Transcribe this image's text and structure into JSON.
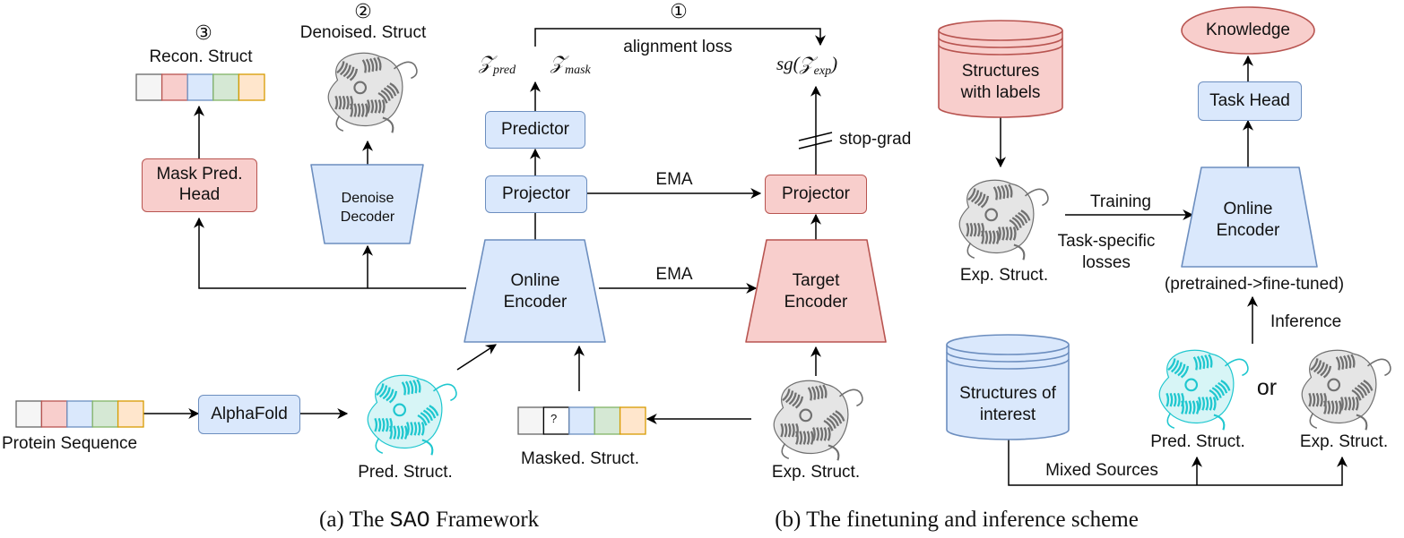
{
  "panel_a": {
    "steps": {
      "one": "①",
      "two": "②",
      "three": "③"
    },
    "recon_struct": "Recon. Struct",
    "denoised_struct": "Denoised. Struct",
    "mask_pred_head": [
      "Mask Pred.",
      "Head"
    ],
    "denoise_decoder": [
      "Denoise",
      "Decoder"
    ],
    "predictor": "Predictor",
    "projector_online": "Projector",
    "projector_target": "Projector",
    "online_encoder": [
      "Online",
      "Encoder"
    ],
    "target_encoder": [
      "Target",
      "Encoder"
    ],
    "ema_projector": "EMA",
    "ema_encoder": "EMA",
    "z_pred": "𝒵",
    "z_pred_sub": "pred",
    "z_mask": "𝒵",
    "z_mask_sub": "mask",
    "alignment_loss": "alignment loss",
    "sg_prefix": "sg(",
    "sg_z": "𝒵",
    "sg_sub": "exp",
    "sg_suffix": ")",
    "stop_grad": "stop-grad",
    "alphafold": "AlphaFold",
    "protein_sequence": "Protein Sequence",
    "pred_struct": "Pred. Struct.",
    "masked_struct": "Masked. Struct.",
    "mask_token": "?",
    "exp_struct": "Exp. Struct.",
    "caption_prefix": "(a)  The ",
    "caption_code": "SAO",
    "caption_suffix": " Framework"
  },
  "panel_b": {
    "structures_with_labels": [
      "Structures",
      "with labels"
    ],
    "knowledge": "Knowledge",
    "task_head": "Task Head",
    "online_encoder": [
      "Online",
      "Encoder"
    ],
    "training": "Training",
    "task_specific_losses": [
      "Task-specific",
      "losses"
    ],
    "exp_struct_top": "Exp. Struct.",
    "pretrained_finetuned": "(pretrained->fine-tuned)",
    "inference": "Inference",
    "structures_of_interest": [
      "Structures of",
      "interest"
    ],
    "or": "or",
    "pred_struct": "Pred. Struct.",
    "exp_struct": "Exp. Struct.",
    "mixed_sources": "Mixed Sources",
    "caption": "(b)  The finetuning and inference scheme"
  },
  "colors": {
    "blue_fill": "#dae8fc",
    "blue_stroke": "#6c8ebf",
    "red_fill": "#f8cecc",
    "red_stroke": "#b85450",
    "token_colors": [
      "#f5f5f5",
      "#f8cecc",
      "#dae8fc",
      "#d5e8d4",
      "#ffe6cc"
    ],
    "token_strokes": [
      "#666666",
      "#b85450",
      "#6c8ebf",
      "#82b366",
      "#d79b00"
    ],
    "protein_gray": "#707070",
    "protein_cyan": "#1fc7cf"
  }
}
